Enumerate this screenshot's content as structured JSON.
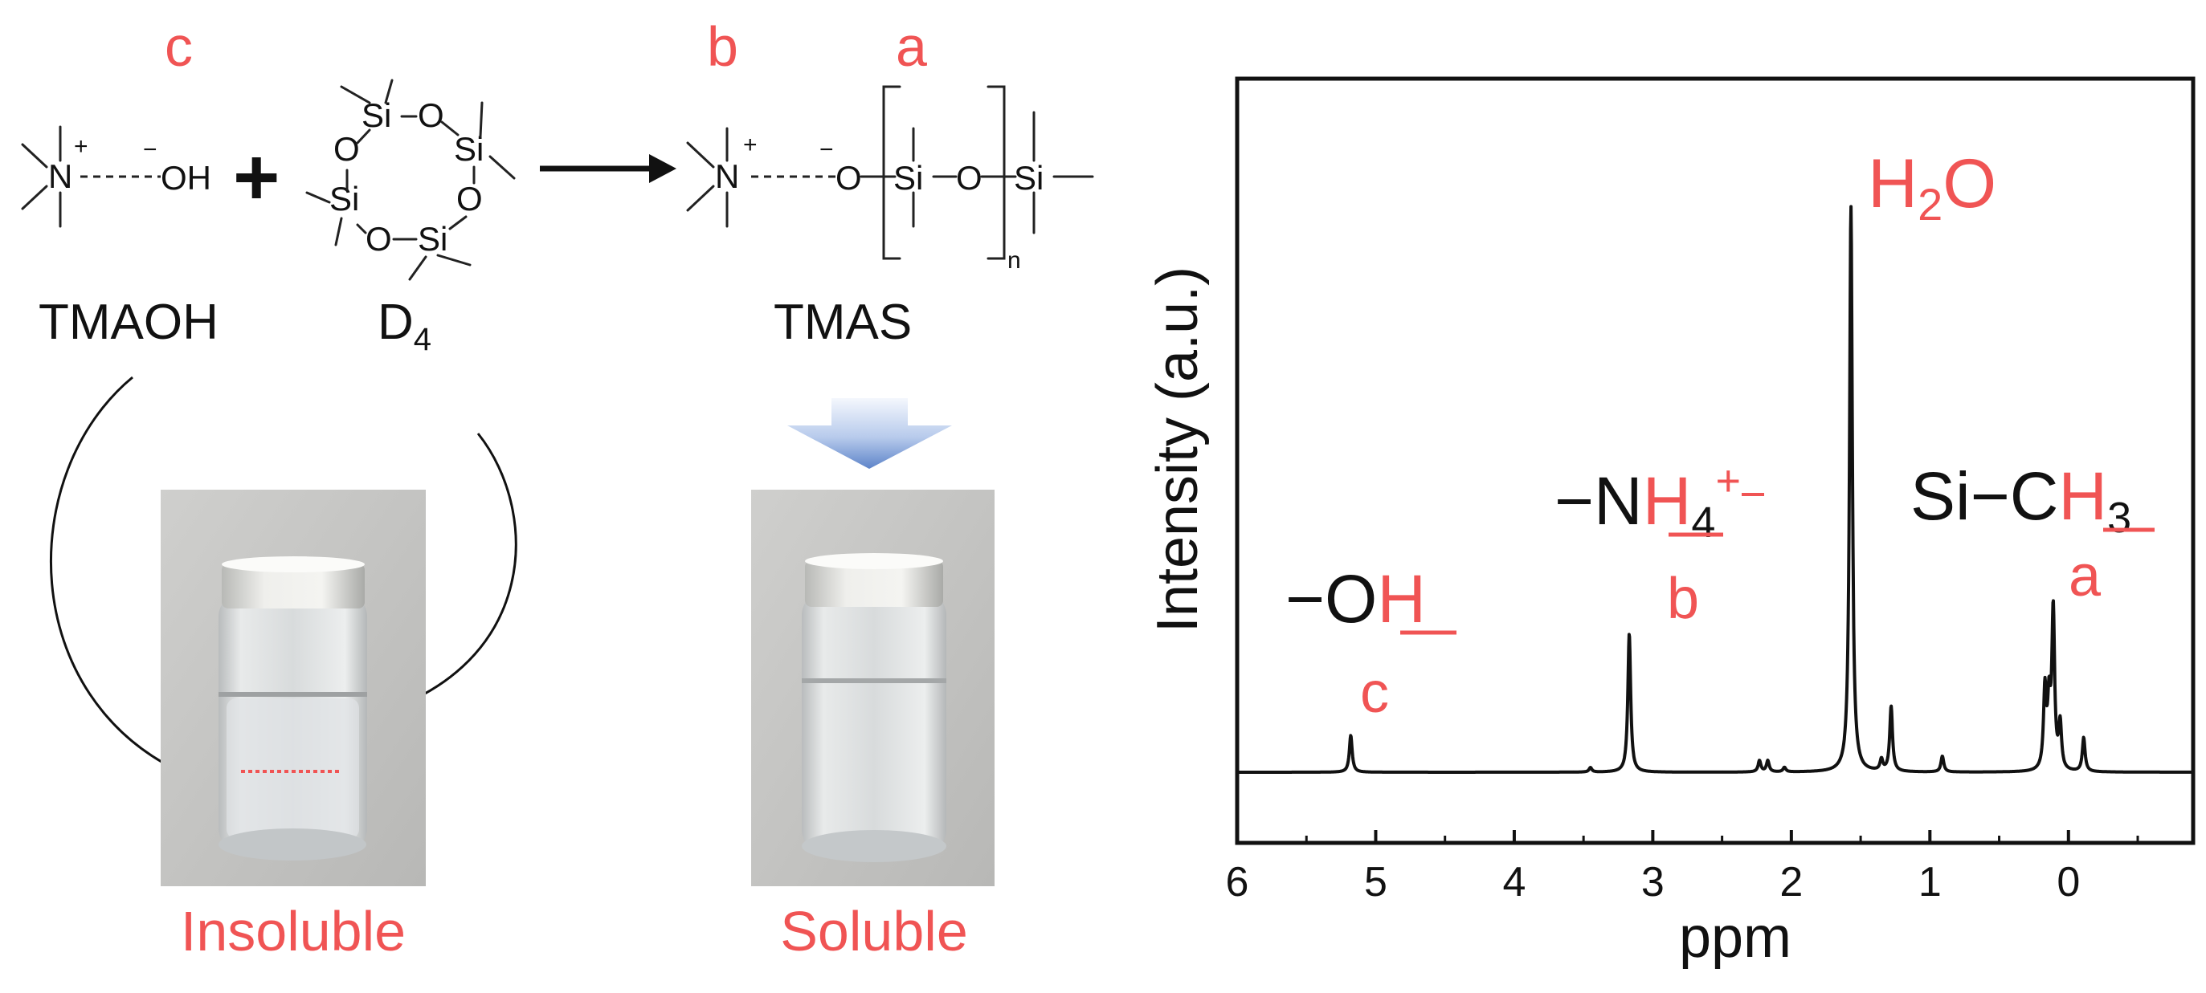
{
  "scheme": {
    "labels": {
      "c": "c",
      "b": "b",
      "a": "a"
    },
    "reactant1": {
      "name": "TMAOH",
      "cation_atom": "N",
      "charge_plus": "+",
      "charge_minus": "−",
      "anion": "OH"
    },
    "plus_sign": "+",
    "reactant2": {
      "name_main": "D",
      "name_sub": "4",
      "si": "Si",
      "o": "O"
    },
    "product": {
      "name": "TMAS",
      "n": "n"
    },
    "vial_left_caption": "Insoluble",
    "vial_right_caption": "Soluble"
  },
  "chart_data": {
    "type": "line",
    "xlabel": "ppm",
    "ylabel": "Intensity (a.u.)",
    "xlim": [
      6.0,
      -0.9
    ],
    "x_reversed": true,
    "xticks": [
      6,
      5,
      4,
      3,
      2,
      1,
      0
    ],
    "y_ticks_shown": false,
    "baseline": 0,
    "peaks": [
      {
        "ppm": 5.18,
        "height": 0.065
      },
      {
        "ppm": 3.45,
        "height": 0.008
      },
      {
        "ppm": 3.17,
        "height": 0.245
      },
      {
        "ppm": 2.23,
        "height": 0.02
      },
      {
        "ppm": 2.17,
        "height": 0.02
      },
      {
        "ppm": 2.05,
        "height": 0.008
      },
      {
        "ppm": 1.57,
        "height": 1.0
      },
      {
        "ppm": 1.35,
        "height": 0.02
      },
      {
        "ppm": 1.28,
        "height": 0.115
      },
      {
        "ppm": 0.91,
        "height": 0.028
      },
      {
        "ppm": 0.17,
        "height": 0.14
      },
      {
        "ppm": 0.14,
        "height": 0.11
      },
      {
        "ppm": 0.11,
        "height": 0.28
      },
      {
        "ppm": 0.06,
        "height": 0.08
      },
      {
        "ppm": -0.11,
        "height": 0.06
      }
    ],
    "annotations": [
      {
        "text_main": "H",
        "text_sub": "2",
        "text_tail": "O"
      },
      {
        "text_pre": "−N",
        "text_und": "H",
        "text_sub": "4",
        "text_sup": "+",
        "letter": "b"
      },
      {
        "text_pre": "Si−C",
        "text_und": "H",
        "text_sub": "3",
        "letter": "a"
      },
      {
        "text_pre": "−O",
        "text_und": "H",
        "letter": "c"
      }
    ],
    "colors": {
      "trace": "#111111",
      "annotation_red": "#f05454"
    }
  }
}
